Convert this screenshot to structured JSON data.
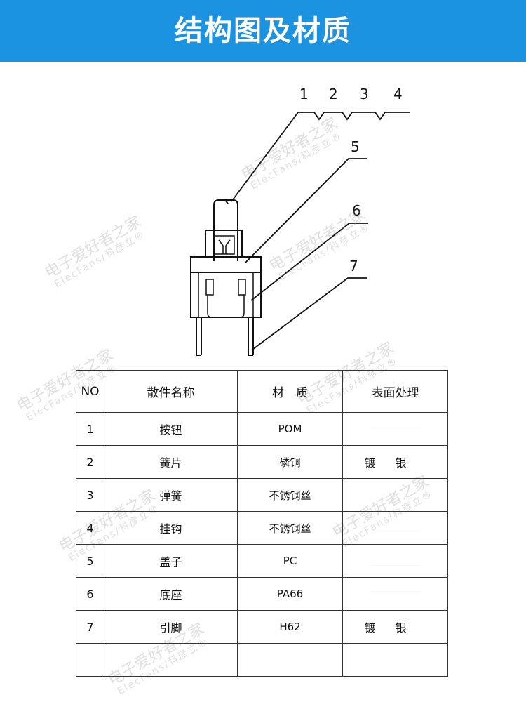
{
  "header": {
    "title": "结构图及材质"
  },
  "diagram": {
    "callouts": [
      "1",
      "2",
      "3",
      "4",
      "5",
      "6",
      "7"
    ]
  },
  "watermark": {
    "main": "电子爱好者之家",
    "sub": "ElecFans/科彦立®"
  },
  "table": {
    "headers": [
      "NO",
      "散件名称",
      "材　质",
      "表面处理"
    ],
    "rows": [
      {
        "no": "1",
        "name": "按钮",
        "material": "POM",
        "surface": ""
      },
      {
        "no": "2",
        "name": "簧片",
        "material": "磷铜",
        "surface": "镀银"
      },
      {
        "no": "3",
        "name": "弹簧",
        "material": "不锈钢丝",
        "surface": ""
      },
      {
        "no": "4",
        "name": "挂钩",
        "material": "不锈钢丝",
        "surface": ""
      },
      {
        "no": "5",
        "name": "盖子",
        "material": "PC",
        "surface": ""
      },
      {
        "no": "6",
        "name": "底座",
        "material": "PA66",
        "surface": ""
      },
      {
        "no": "7",
        "name": "引脚",
        "material": "H62",
        "surface": "镀银"
      },
      {
        "no": "",
        "name": "",
        "material": "",
        "surface": ""
      }
    ]
  }
}
